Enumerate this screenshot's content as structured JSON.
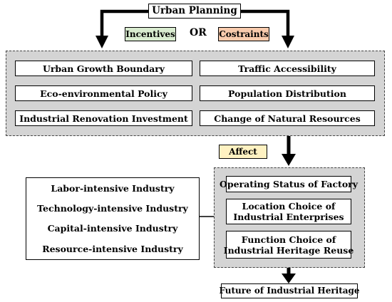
{
  "top": {
    "urban_planning": "Urban Planning"
  },
  "condition": {
    "incentives": "Incentives",
    "or": "OR",
    "constraints": "Costraints"
  },
  "colors": {
    "incentives_fill": "#d9ecd0",
    "constraints_fill": "#f8cbad",
    "affect_fill": "#fff2c2",
    "group_fill": "#d4d4d4"
  },
  "factors": {
    "left": [
      "Urban Growth Boundary",
      "Eco-environmental Policy",
      "Industrial Renovation Investment"
    ],
    "right": [
      "Traffic Accessibility",
      "Population Distribution",
      "Change of Natural Resources"
    ]
  },
  "affect": "Affect",
  "industries": [
    "Labor-intensive Industry",
    "Technology-intensive Industry",
    "Capital-intensive Industry",
    "Resource-intensive Industry"
  ],
  "outcomes": {
    "operating": "Operating Status of Factory",
    "location": [
      "Location Choice of",
      "Industrial Enterprises"
    ],
    "function": [
      "Function Choice of",
      "Industrial Heritage Reuse"
    ]
  },
  "future": "Future of Industrial Heritage"
}
